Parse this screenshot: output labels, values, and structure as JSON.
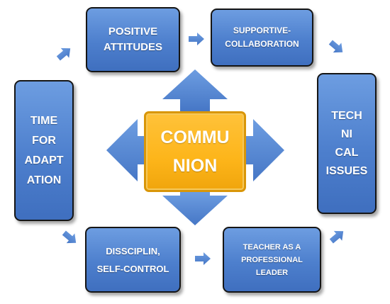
{
  "center": {
    "lines": [
      "COMMU",
      "NION"
    ]
  },
  "boxes": {
    "positive_attitudes": {
      "lines": [
        "POSITIVE",
        "ATTITUDES"
      ]
    },
    "supportive_collaboration": {
      "lines": [
        "SUPPORTIVE-",
        "COLLABORATION"
      ]
    },
    "technical_issues": {
      "lines": [
        "TECH",
        "NI",
        "CAL",
        "ISSUES"
      ]
    },
    "teacher_leader": {
      "lines": [
        "TEACHER AS A",
        "PROFESSIONAL",
        "LEADER"
      ]
    },
    "discipline": {
      "lines": [
        "DISSCIPLIN,",
        "SELF-CONTROL"
      ]
    },
    "time_adaptation": {
      "lines": [
        "TIME",
        "FOR",
        "ADAPT",
        "ATION"
      ]
    }
  },
  "colors": {
    "box_fill": "#4f81d0",
    "box_border": "#151515",
    "center_fill": "#fdb51a",
    "arrow_fill": "#5b8fd4"
  }
}
